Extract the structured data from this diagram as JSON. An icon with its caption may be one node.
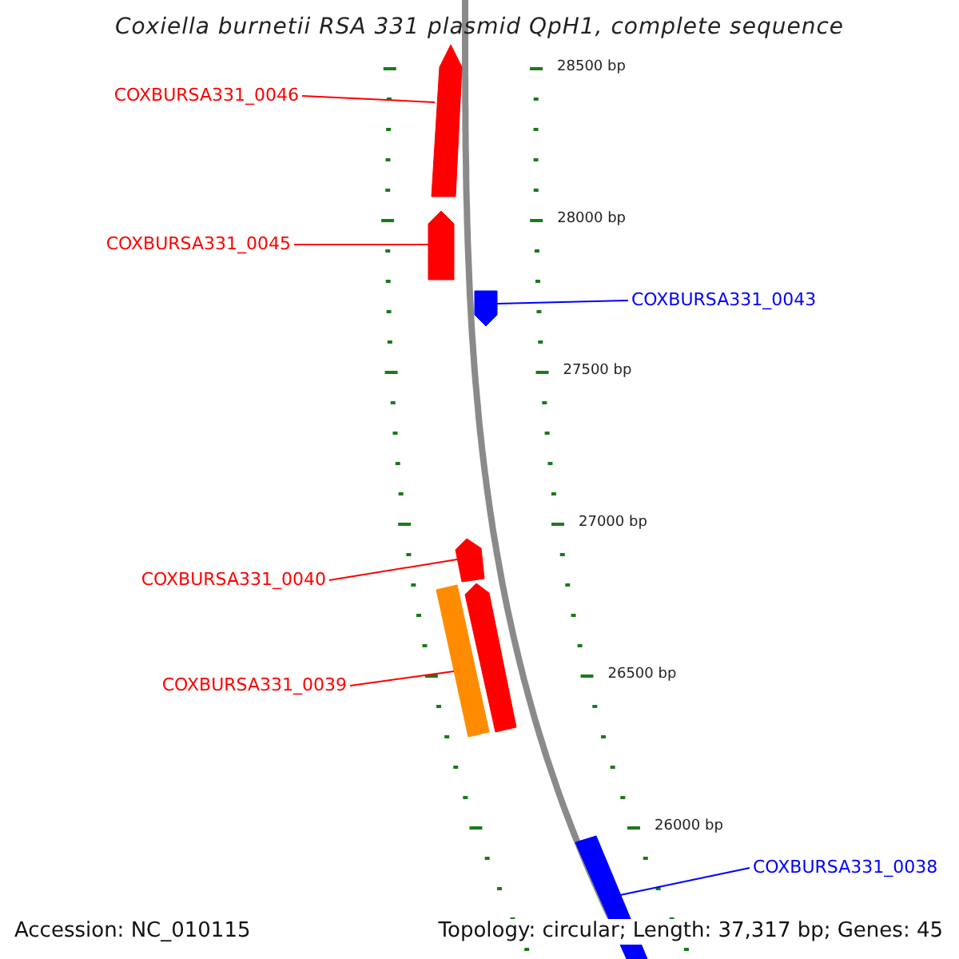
{
  "diagram": {
    "title": "Coxiella burnetii RSA 331 plasmid QpH1, complete sequence",
    "nodes": [
      {
        "text": [
          "COXBURSA331_0046"
        ]
      },
      {
        "text": [],
        "shape": "arrow"
      },
      {
        "text": [
          "COXBURSA331_0045"
        ]
      },
      {
        "text": [],
        "shape": "arrow"
      },
      {
        "text": [],
        "shape": "arrow"
      },
      {
        "text": [
          "COXBURSA331_0043"
        ]
      },
      {
        "text": [
          "COXBURSA331_0040"
        ]
      },
      {
        "text": [],
        "shape": "arrow"
      },
      {
        "text": [
          "COXBURSA331_0039"
        ]
      },
      {
        "text": [],
        "shape": "bar"
      },
      {
        "text": [],
        "shape": "arrow"
      },
      {
        "text": [],
        "shape": "bar"
      },
      {
        "text": [
          "COXBURSA331_0038"
        ]
      }
    ],
    "edges": [
      {
        "from": 0,
        "to": 1,
        "arrow": "none"
      },
      {
        "from": 2,
        "to": 3,
        "arrow": "none"
      },
      {
        "from": 5,
        "to": 4,
        "arrow": "none",
        "color": "#0000ff"
      },
      {
        "from": 6,
        "to": 7,
        "arrow": "none"
      },
      {
        "from": 8,
        "to": 9,
        "arrow": "none"
      },
      {
        "from": 12,
        "to": 11,
        "arrow": "none",
        "color": "#0000ff"
      }
    ],
    "labels": [
      "28500 bp",
      "28000 bp",
      "27500 bp",
      "27000 bp",
      "26500 bp",
      "26000 bp",
      "Accession: NC_010115",
      "Topology: circular; Length: 37,317 bp; Genes: 45"
    ]
  }
}
